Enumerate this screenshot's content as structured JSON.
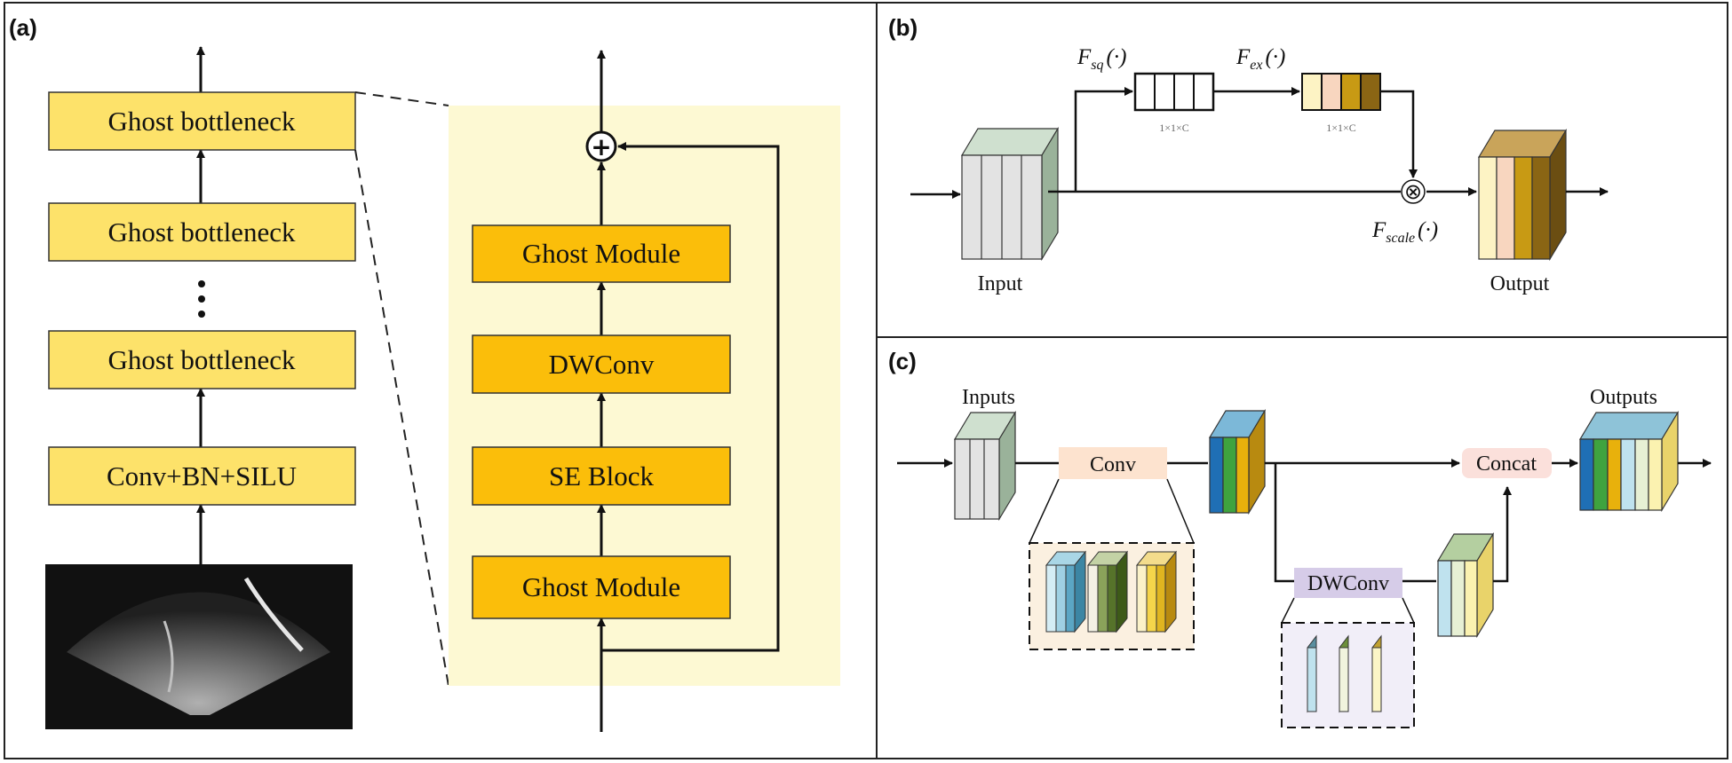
{
  "panels": {
    "a": "(a)",
    "b": "(b)",
    "c": "(c)"
  },
  "panel_a": {
    "left_stack": [
      "Ghost bottleneck",
      "Ghost bottleneck",
      "Ghost bottleneck",
      "Conv+BN+SILU"
    ],
    "detail_stack": [
      "Ghost Module",
      "DWConv",
      "SE Block",
      "Ghost Module"
    ],
    "add_symbol": "+",
    "colors": {
      "light_box": "#fde26a",
      "dark_box": "#fbbe0a",
      "detail_bg": "#fdf9d3"
    }
  },
  "panel_b": {
    "f_sq": {
      "base": "F",
      "sub": "sq",
      "arg": "(·)"
    },
    "f_ex": {
      "base": "F",
      "sub": "ex",
      "arg": "(·)"
    },
    "f_scale": {
      "base": "F",
      "sub": "scale",
      "arg": "(·)"
    },
    "dims_sq": "1×1×C",
    "dims_ex": "1×1×C",
    "multiply_symbol": "⊗",
    "input_label": "Input",
    "output_label": "Output"
  },
  "panel_c": {
    "inputs_label": "Inputs",
    "conv_label": "Conv",
    "concat_label": "Concat",
    "dwconv_label": "DWConv",
    "outputs_label": "Outputs"
  }
}
